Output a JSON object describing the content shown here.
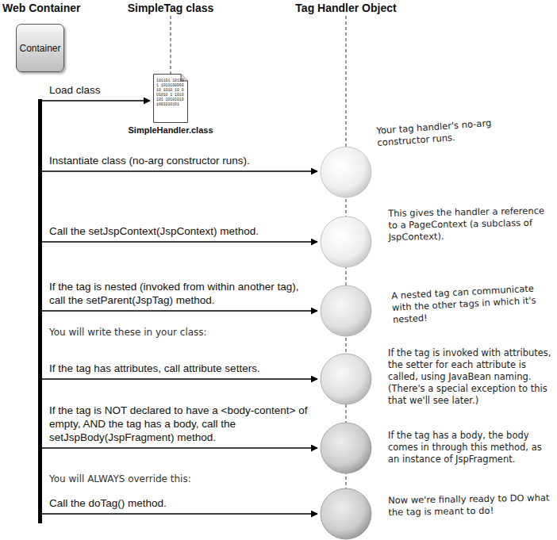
{
  "diagram": {
    "nodes": [
      {
        "text": [
          "Container"
        ]
      },
      {
        "text": [
          "101101 101101 101010000010 1010 10 0 01010 1 1010101 10101010 1001010101",
          "SimpleHandler.class"
        ]
      }
    ],
    "labels": [
      "Web Container",
      "SimpleTag class",
      "Tag Handler Object",
      "Load class",
      "Instantiate class (no-arg constructor runs).",
      "Call the setJspContext(JspContext) method.",
      "If the tag is nested (invoked from within another tag), call the setParent(JspTag) method.",
      "You will write these in your class:",
      "If the tag has attributes, call attribute setters.",
      "If the tag is NOT declared to have a <body-content> of empty, AND the tag has a body, call the setJspBody(JspFragment) method.",
      "You will ALWAYS override this:",
      "Call the doTag() method.",
      "Your tag handler's no-arg constructor runs.",
      "This gives the handler a reference to a PageContext (a subclass of JspContext).",
      "A nested tag can communicate with the other tags in which it's nested!",
      "If the tag is invoked with attributes, the setter for each attribute is called, using JavaBean naming. (There's a special exception to this that we'll see later.)",
      "If the tag has a body, the body comes in through this method, as an instance of JspFragment.",
      "Now we're finally ready to DO what the tag is meant to do!"
    ]
  }
}
